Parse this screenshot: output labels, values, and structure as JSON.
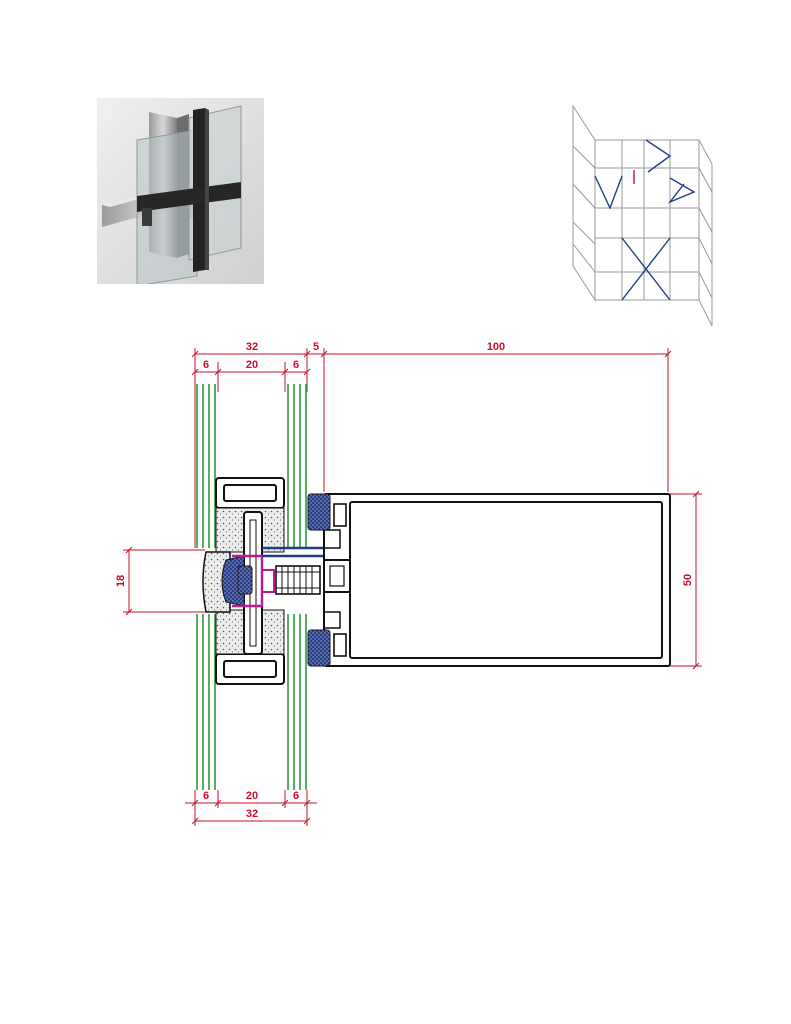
{
  "colors": {
    "dimension": "#c8102e",
    "glass": "#2c9a3c",
    "gasket": "#1f3d8c",
    "pressure_plate": "#c2188e",
    "profile": "#111111",
    "elevation_grid": "#9a9a9a",
    "opening_marks": "#1f3d8c"
  },
  "photo": {
    "icon": "curtain-wall-photo"
  },
  "elevation": {
    "icon": "curtain-wall-elevation"
  },
  "dimensions": {
    "top_overall": "32",
    "top_offset": "5",
    "top_depth": "100",
    "top_glass_left": "6",
    "top_cavity": "20",
    "top_glass_right": "6",
    "left_height": "18",
    "right_height": "50",
    "bottom_glass_left": "6",
    "bottom_cavity": "20",
    "bottom_glass_right": "6",
    "bottom_overall": "32"
  }
}
